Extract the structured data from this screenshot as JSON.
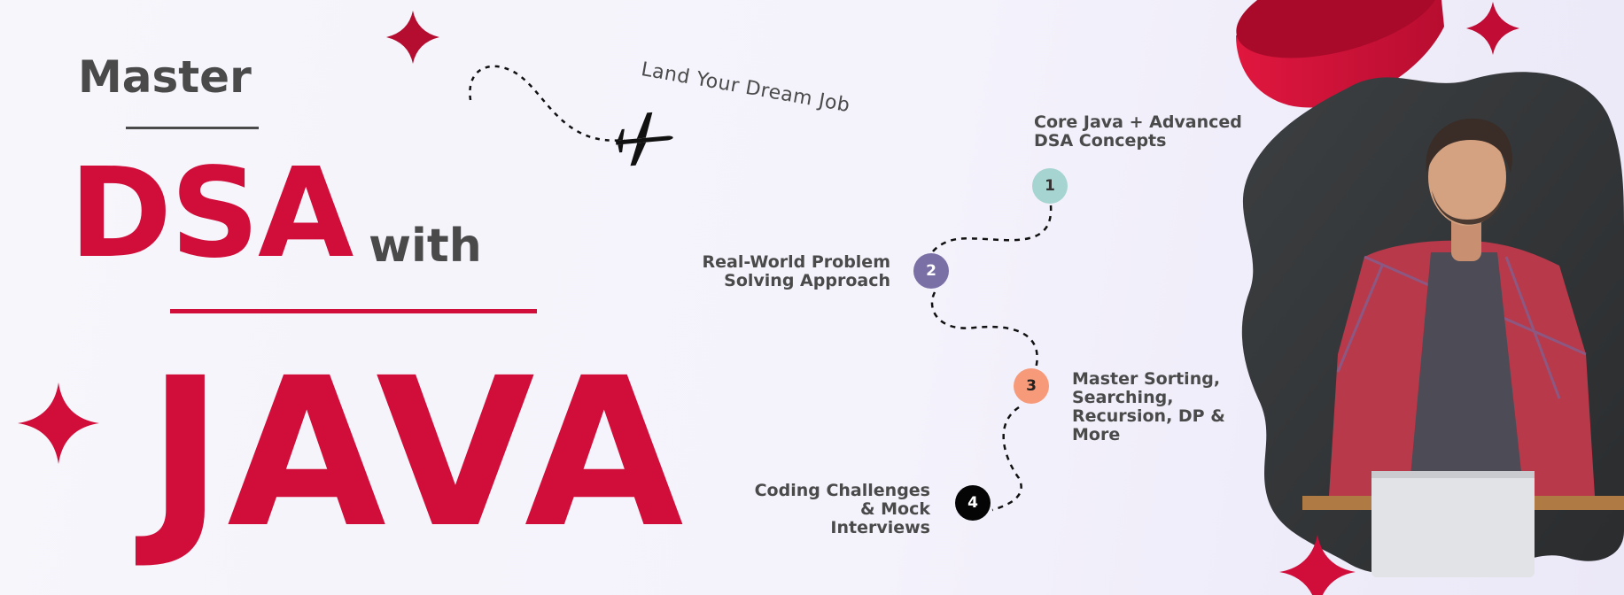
{
  "heading": {
    "master": "Master",
    "dsa": "DSA",
    "with": "with",
    "java": "JAVA"
  },
  "tagline": "Land Your Dream Job",
  "steps": [
    {
      "number": "1",
      "label_lines": [
        "Core Java + Advanced",
        "DSA Concepts"
      ],
      "color": "#a6d4d0",
      "text_color": "#333333"
    },
    {
      "number": "2",
      "label_lines": [
        "Real-World Problem",
        "Solving Approach"
      ],
      "color": "#7b70a6",
      "text_color": "#ffffff"
    },
    {
      "number": "3",
      "label_lines": [
        "Master Sorting,",
        "Searching,",
        "Recursion, DP &",
        "More"
      ],
      "color": "#f79a7a",
      "text_color": "#222222"
    },
    {
      "number": "4",
      "label_lines": [
        "Coding Challenges",
        "& Mock",
        "Interviews"
      ],
      "color": "#050505",
      "text_color": "#ffffff"
    }
  ],
  "colors": {
    "accent": "#d10d3a",
    "text": "#4a4a4a"
  }
}
